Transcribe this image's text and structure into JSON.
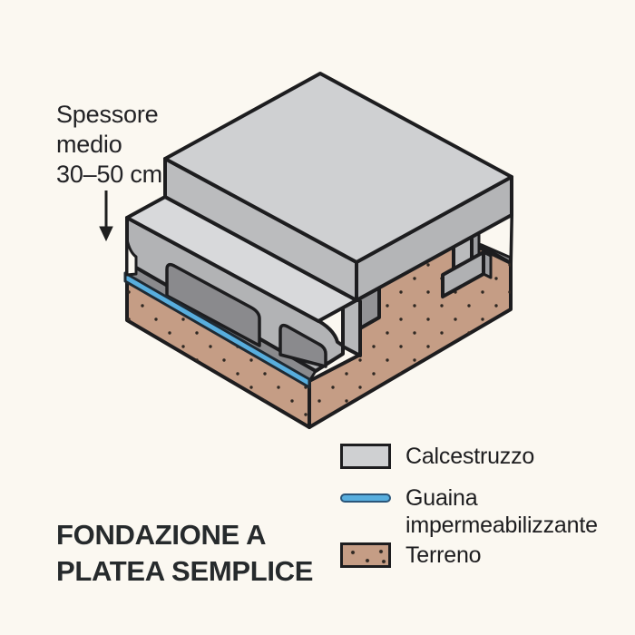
{
  "annotation": {
    "lines": [
      "Spessore",
      "medio",
      "30–50 cm"
    ]
  },
  "title": {
    "lines": [
      "FONDAZIONE A",
      "PLATEA SEMPLICE"
    ]
  },
  "legend": {
    "items": [
      {
        "id": "calcestruzzo",
        "label": "Calcestruzzo"
      },
      {
        "id": "guaina",
        "label": "Guaina impermeabilizzante"
      },
      {
        "id": "terreno",
        "label": "Terreno"
      }
    ]
  },
  "colors": {
    "background": "#fbf8f1",
    "outline": "#1d1d1f",
    "concrete": "#cfd0d2",
    "concrete_shade": "#b4b5b7",
    "membrane_blue": "#58aede",
    "membrane_border": "#2b567a",
    "soil": "#c59d85",
    "interior_shadow": "#8a8a8d"
  }
}
